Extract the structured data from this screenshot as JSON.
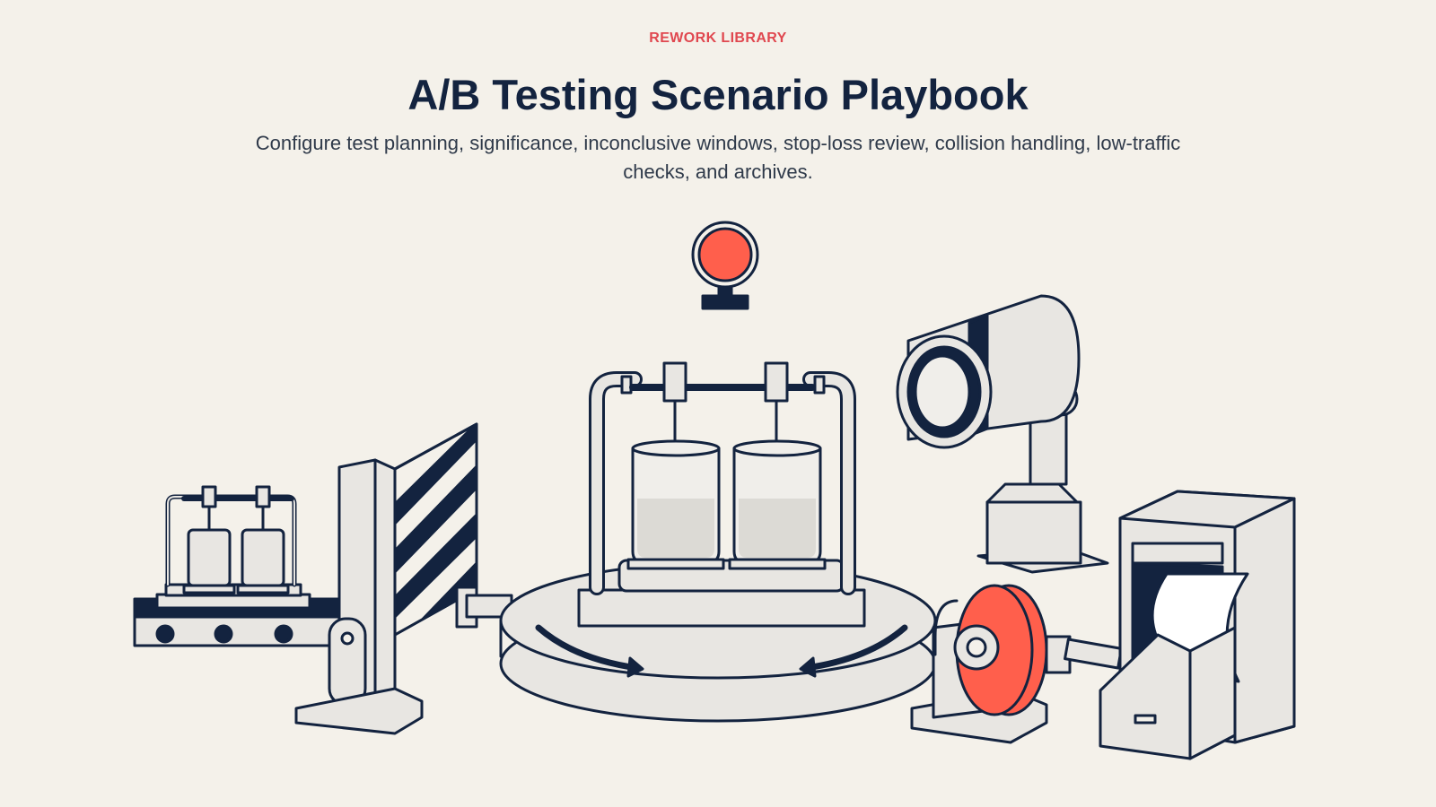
{
  "header": {
    "kicker": "REWORK LIBRARY",
    "title": "A/B Testing Scenario Playbook",
    "subtitle": "Configure test planning, significance, inconclusive windows, stop-loss review, collision handling, low-traffic checks, and archives."
  },
  "colors": {
    "background": "#f4f1ea",
    "ink": "#13233f",
    "accent": "#ff5f4c",
    "kicker": "#e0474f",
    "metal": "#e8e6e2"
  },
  "illustration": {
    "icons": [
      "conveyor-belt",
      "small-beaker-rig",
      "striped-barrier-gate",
      "rotating-turntable",
      "dual-beaker-rig",
      "signal-lamp",
      "spotlight",
      "spool-reel",
      "archive-cabinet"
    ]
  }
}
